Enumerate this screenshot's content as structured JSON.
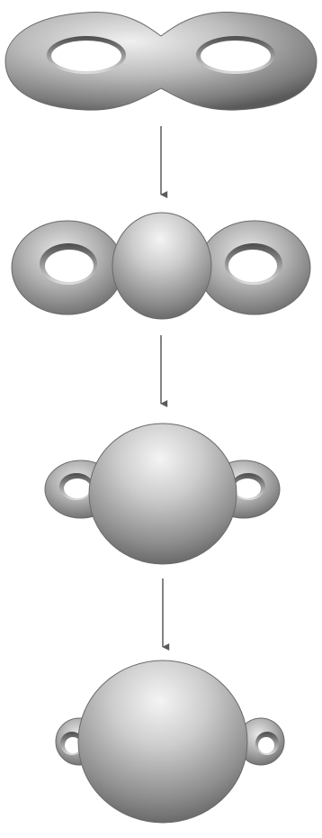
{
  "figure": {
    "stages": [
      {
        "shape": "double-torus",
        "handles": 2,
        "central_sphere": false
      },
      {
        "shape": "sphere-with-two-handles",
        "handles": 2,
        "central_sphere": true
      },
      {
        "shape": "sphere-with-two-handles",
        "handles": 2,
        "central_sphere": true
      },
      {
        "shape": "sphere-with-two-handles",
        "handles": 2,
        "central_sphere": true
      }
    ],
    "arrows": 3,
    "colors": {
      "background": "#ffffff",
      "surface_light": "#e9e9e9",
      "surface_mid": "#a7a7a7",
      "surface_dark": "#5a5a5a",
      "hole": "#ffffff",
      "arrow": "#5a5a5a"
    }
  }
}
